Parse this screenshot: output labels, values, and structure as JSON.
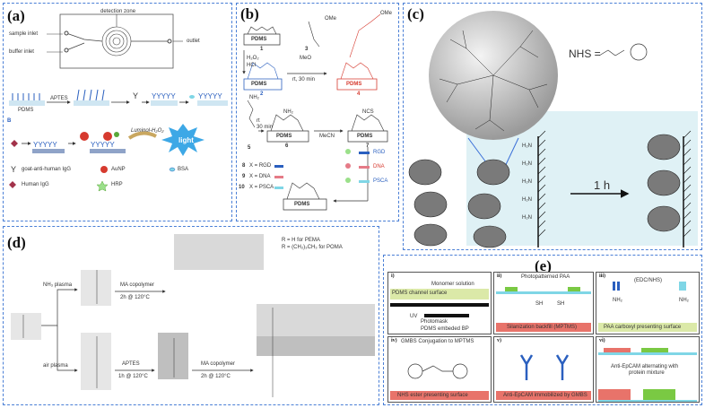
{
  "panels": {
    "a": {
      "label": "(a)",
      "sample_inlet": "sample inlet",
      "buffer_inlet": "buffer inlet",
      "detection_zone": "detection zone",
      "outlet": "outlet",
      "pdms": "PDMS",
      "aptes": "APTES",
      "b_label": "B",
      "luminol": "Luminol-H₂O₂",
      "light": "light",
      "legend": {
        "y_symbol": "Y",
        "goat": "goat-anti-human IgG",
        "aunp": "AuNP",
        "bsa": "BSA",
        "human_igg": "Human IgG",
        "hrp": "HRP"
      }
    },
    "b": {
      "label": "(b)",
      "h2o2": "H₂O₂",
      "hcl": "HCl",
      "rt30": "rt, 30 min",
      "c1": "1",
      "c2": "2",
      "c3": "3",
      "c4": "4",
      "c5": "5",
      "c6": "6",
      "c7": "7",
      "c8": "8",
      "c9": "9",
      "c10": "10",
      "pdms": "PDMS",
      "mecn": "MeCN",
      "rt": "rt",
      "min30": "30 min",
      "x8": "X = RGD",
      "x9": "X = DNA",
      "x10": "X = PSCA",
      "rgd": "RGD",
      "dna": "DNA",
      "psca": "PSCA",
      "nh2": "NH₂",
      "ncs": "NCS",
      "ome": "OMe",
      "meo": "MeO"
    },
    "c": {
      "label": "(c)",
      "nhs": "NHS =",
      "time": "1 h",
      "h2n": "H₂N"
    },
    "d": {
      "label": "(d)",
      "legend1": "R = H for PEMA",
      "legend2": "R = (CH₂)₃CH₃ for POMA",
      "nh3": "NH₃ plasma",
      "air": "air plasma",
      "ma1": "MA copolymer",
      "cond1": "2h @ 120°C",
      "aptes": "APTES",
      "cond2": "1h @ 120°C",
      "ma2": "MA copolymer",
      "cond3": "2h @ 120°C"
    },
    "e": {
      "label": "(e)",
      "i": {
        "num": "i)",
        "monomer": "Monomer solution",
        "channel": "PDMS channel surface",
        "uv": "UV",
        "photomask": "Photomask",
        "bp": "PDMS embeded BP"
      },
      "ii": {
        "num": "ii)",
        "paa": "Photopatterned PAA",
        "sh1": "SH",
        "sh2": "SH",
        "sil": "Silanization backfill (MPTMS)"
      },
      "iii": {
        "num": "iii)",
        "edc": "(EDC/NHS)",
        "nh2a": "NH₂",
        "nh2b": "NH₂",
        "paa_carb": "PAA carboxyl presenting surface"
      },
      "iv": {
        "num": "iv)",
        "title": "GMBS Conjugation to MPTMS",
        "footer": "NHS ester presenting surface"
      },
      "v": {
        "num": "v)",
        "footer": "Anti-EpCAM immobilized by GMBS"
      },
      "vi": {
        "num": "vi)",
        "text1": "Anti-EpCAM alternating with",
        "text2": "protein mixture"
      }
    }
  },
  "colors": {
    "border": "#4a7fd6",
    "red": "#d63a2f",
    "blue": "#2a5fbf",
    "green": "#5aa83a",
    "pink": "#e57b87",
    "cyan": "#7fd6e6"
  }
}
